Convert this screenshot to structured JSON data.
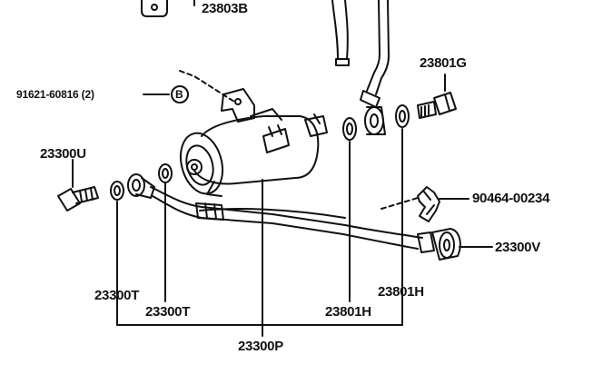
{
  "diagram": {
    "labels": {
      "top_part": "23803B",
      "bolt_b": "91621-60816 (2)",
      "b_marker": "B",
      "right_bolt": "23801G",
      "left_bolt": "23300U",
      "clamp": "90464-00234",
      "right_fitting": "23300V",
      "gasket_t1": "23300T",
      "gasket_t2": "23300T",
      "gasket_h1": "23801H",
      "gasket_h2": "23801H",
      "assembly": "23300P"
    },
    "ink_color": "#111111",
    "background": "#ffffff"
  }
}
